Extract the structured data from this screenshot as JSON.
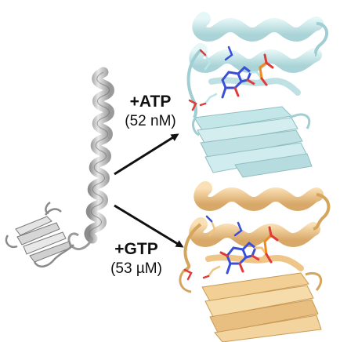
{
  "labels": {
    "atp": {
      "ligand": "+ATP",
      "affinity": "(52 nM)"
    },
    "gtp": {
      "ligand": "+GTP",
      "affinity": "(53 µM)"
    }
  },
  "colors": {
    "apo_structure": "#c8c8c8",
    "atp_bound_structure": "#cdeef0",
    "gtp_bound_structure": "#f2cf95",
    "arrow": "#111111",
    "carbon_atp": "#b9e6e8",
    "carbon_gtp": "#f0c483",
    "nitrogen": "#3a4fd8",
    "oxygen": "#e03a3a",
    "phosphorus": "#f08a1c"
  },
  "icons": [
    "arrow-right-up",
    "arrow-right-down"
  ]
}
